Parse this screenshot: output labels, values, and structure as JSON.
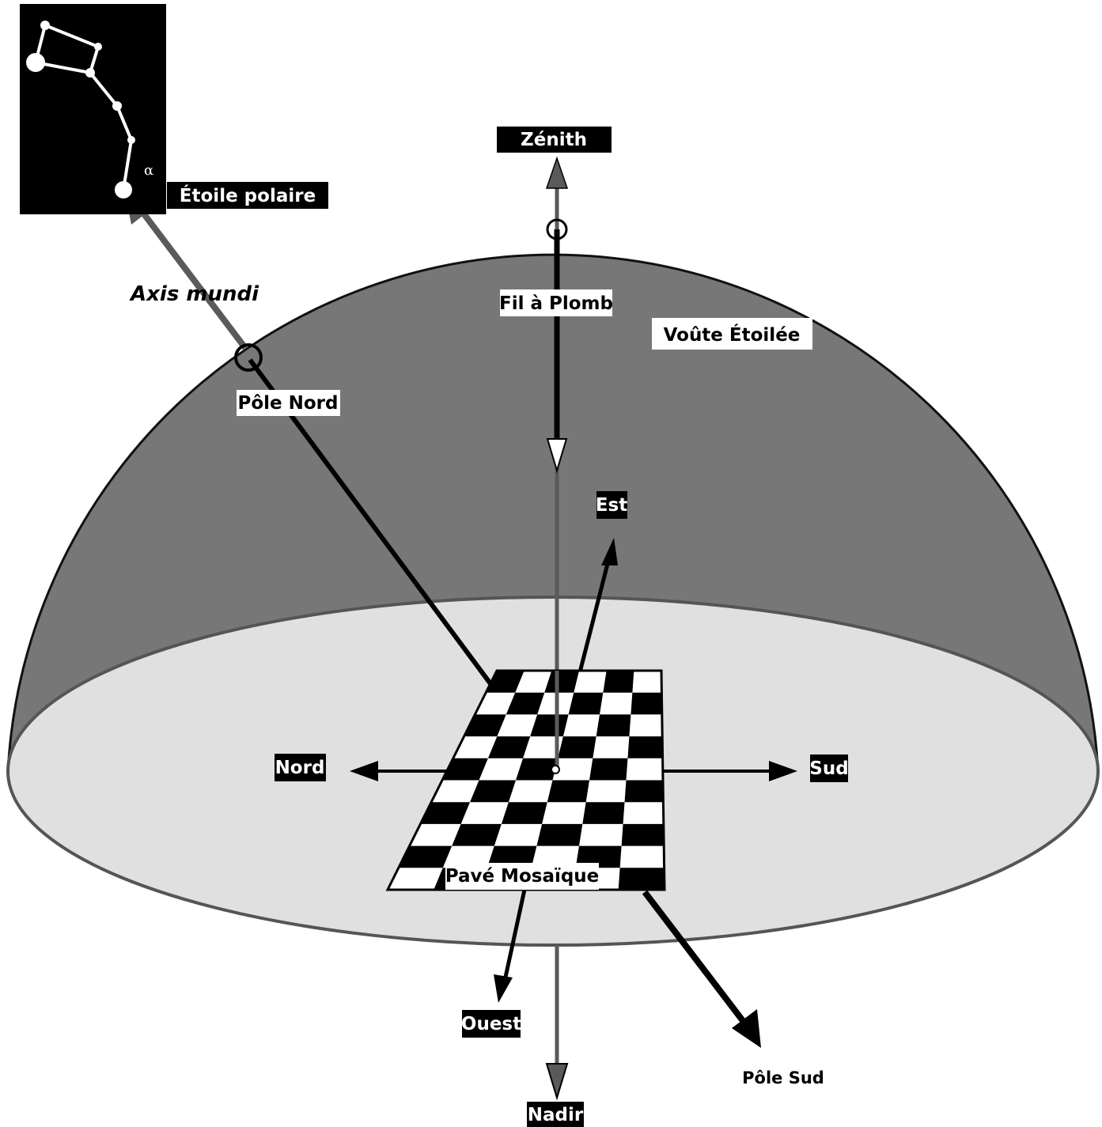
{
  "labels": {
    "zenith": "Zénith",
    "etoile_polaire": "Étoile polaire",
    "alpha": "α",
    "axis_mundi": "Axis mundi",
    "fil_a_plomb": "Fil à Plomb",
    "voute_etoilee": "Voûte Étoilée",
    "pole_nord": "Pôle Nord",
    "est": "Est",
    "nord": "Nord",
    "sud": "Sud",
    "pave_mosaique": "Pavé Mosaïque",
    "ouest": "Ouest",
    "pole_sud": "Pôle Sud",
    "nadir": "Nadir"
  },
  "colors": {
    "dome": "#777777",
    "floor": "#e0e0e0",
    "axis_gray": "#5a5a5a",
    "black": "#000000",
    "white": "#ffffff"
  }
}
